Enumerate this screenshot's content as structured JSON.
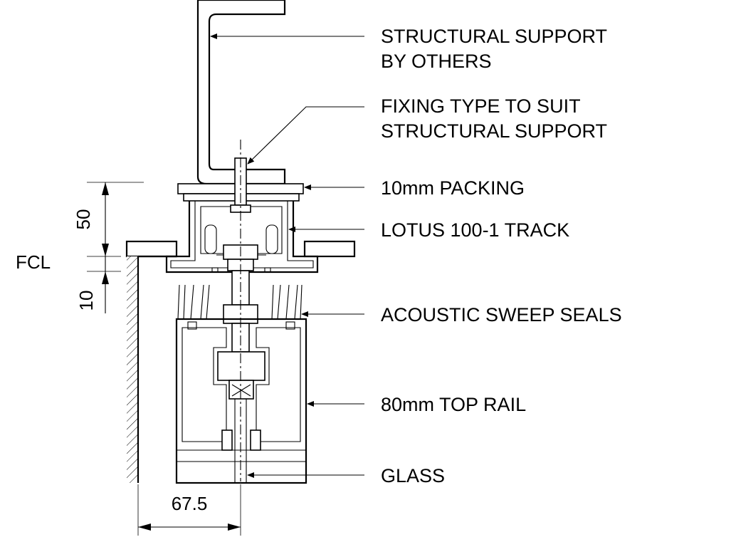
{
  "callouts": [
    {
      "lines": [
        "STRUCTURAL SUPPORT",
        "BY OTHERS"
      ]
    },
    {
      "lines": [
        "FIXING TYPE TO SUIT",
        "STRUCTURAL SUPPORT"
      ]
    },
    {
      "lines": [
        "10mm PACKING"
      ]
    },
    {
      "lines": [
        "LOTUS 100-1 TRACK"
      ]
    },
    {
      "lines": [
        "ACOUSTIC SWEEP SEALS"
      ]
    },
    {
      "lines": [
        "80mm TOP RAIL"
      ]
    },
    {
      "lines": [
        "GLASS"
      ]
    }
  ],
  "dimensions": {
    "vertical_upper": "50",
    "vertical_lower": "10",
    "horizontal": "67.5",
    "level_label": "FCL"
  }
}
